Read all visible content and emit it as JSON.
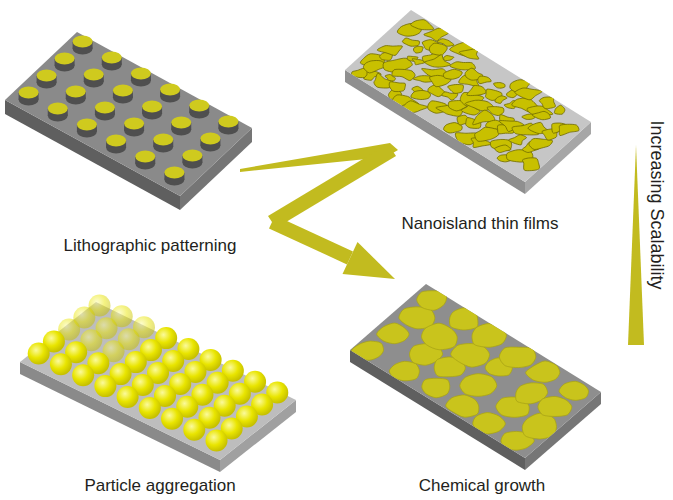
{
  "diagram": {
    "labels": [
      "Lithographic patterning",
      "Nanoisland thin films",
      "Particle aggregation",
      "Chemical growth",
      "Increasing Scalability"
    ]
  }
}
